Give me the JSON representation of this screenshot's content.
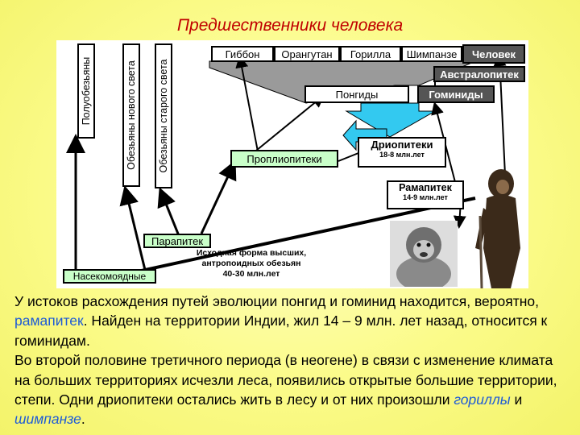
{
  "title": "Предшественники человека",
  "diagram": {
    "vertical_labels": {
      "prosimians": "Полуобезьяны",
      "new_world": "Обезьяны нового света",
      "old_world": "Обезьяны старого света"
    },
    "top_row": [
      "Гиббон",
      "Орангутан",
      "Горилла",
      "Шимпанзе",
      "Человек"
    ],
    "australopithecus": "Австралопитек",
    "pongids": "Понгиды",
    "hominids": "Гоминиды",
    "propliopithecus": "Проплиопитеки",
    "dryopithecus": {
      "name": "Дриопитеки",
      "age": "18-8 млн.лет"
    },
    "ramapithecus": {
      "name": "Рамапитек",
      "age": "14-9 млн.лет"
    },
    "parapithecus": "Парапитек",
    "ancestral_form": [
      "Исходная форма высших,",
      "антропоидных обезьян",
      "40-30 млн.лет"
    ],
    "insectivores": "Насекомоядные"
  },
  "body_text": {
    "p1_a": "У истоков расхождения путей эволюции понгид и гоминид находится, вероятно, ",
    "p1_ramapithecus": "рамапитек",
    "p1_b": ". Найден на территории Индии, жил 14 – 9 млн. лет назад, относится к гоминидам.",
    "p2_a": "Во второй половине третичного периода (в неогене) в связи с изменение климата на больших территориях исчезли леса, появились открытые большие территории, степи. Одни дриопитеки остались жить в лесу и от них произошли ",
    "p2_gorillas": "гориллы",
    "p2_and": " и ",
    "p2_chimps": "шимпанзе",
    "p2_end": "."
  },
  "colors": {
    "title": "#c00000",
    "highlight_blue": "#1e5bd6",
    "arrow_cyan": "#33c9f0",
    "green_box": "#c9ffc9",
    "dark_box": "#555555"
  }
}
